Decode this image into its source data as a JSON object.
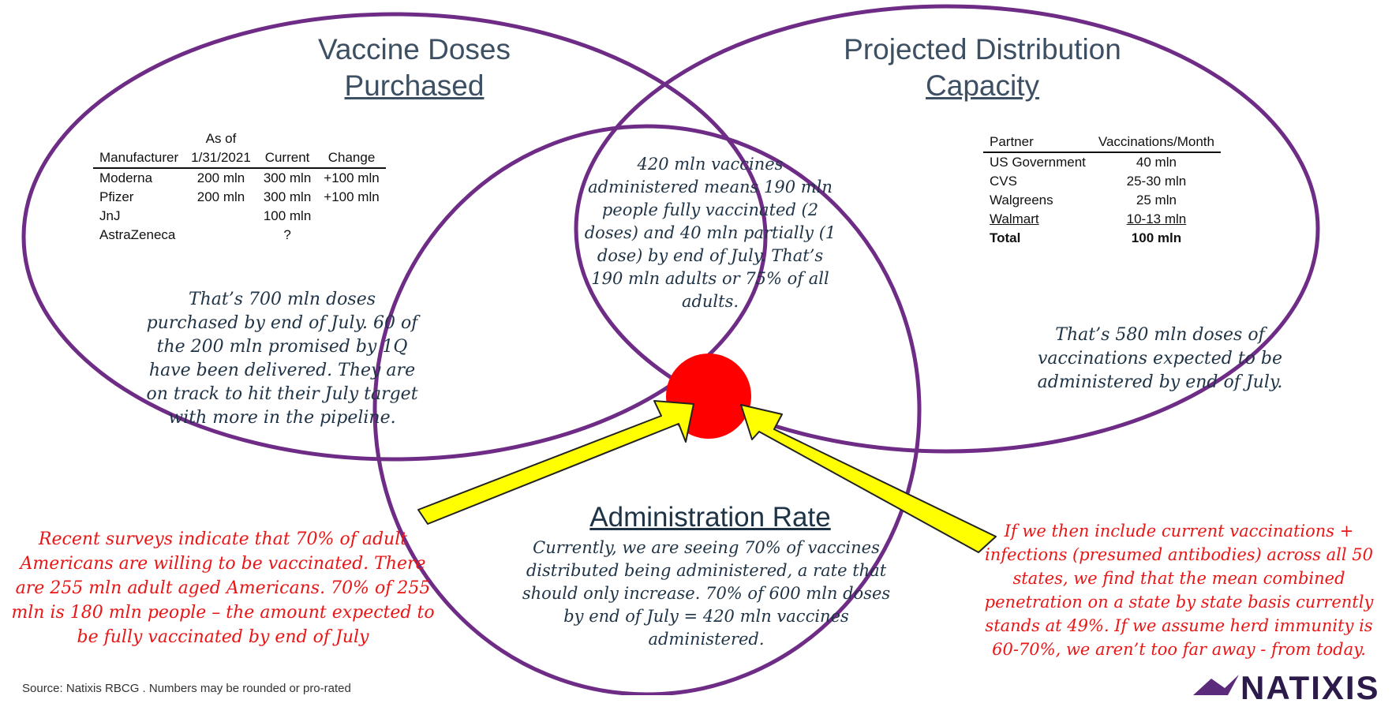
{
  "circles": {
    "purchased": {
      "title_line1": "Vaccine Doses",
      "title_line2": "Purchased",
      "table": {
        "headers": [
          "Manufacturer",
          "As of 1/31/2021",
          "Current",
          "Change"
        ],
        "header_top": "As of",
        "header_date": "1/31/2021",
        "rows": [
          [
            "Moderna",
            "200 mln",
            "300 mln",
            "+100 mln"
          ],
          [
            "Pfizer",
            "200 mln",
            "300 mln",
            "+100 mln"
          ],
          [
            "JnJ",
            "",
            "100 mln",
            ""
          ],
          [
            "AstraZeneca",
            "",
            "?",
            ""
          ]
        ]
      },
      "note": "That’s 700 mln doses purchased by end of July. 60 of the 200 mln promised by 1Q have been delivered. They are on track to hit their July target with more in the pipeline."
    },
    "distribution": {
      "title_line1": "Projected Distribution",
      "title_line2": "Capacity",
      "table": {
        "headers": [
          "Partner",
          "Vaccinations/Month"
        ],
        "rows": [
          [
            "US Government",
            "40 mln"
          ],
          [
            "CVS",
            "25-30 mln"
          ],
          [
            "Walgreens",
            "25 mln"
          ],
          [
            "Walmart",
            "10-13 mln"
          ],
          [
            "Total",
            "100 mln"
          ]
        ]
      },
      "note": "That’s 580 mln doses of vaccinations expected to be administered by end of July."
    },
    "center": {
      "note": "420 mln vaccines administered means 190 mln people fully vaccinated (2 doses) and 40 mln partially (1 dose) by end of July. That’s 190 mln adults or 75% of all adults."
    },
    "administration": {
      "title": "Administration Rate",
      "note": "Currently, we are seeing 70% of vaccines distributed being administered, a rate that should only increase. 70% of 600 mln doses by end of July = 420 mln vaccines administered."
    }
  },
  "left_callout": "Recent surveys indicate that 70% of adult Americans are willing to be vaccinated. There are 255 mln adult aged Americans. 70% of 255 mln is 180 mln people – the amount expected to be fully vaccinated by end of July",
  "right_callout": "If we then include current vaccinations + infections (presumed antibodies) across all 50 states, we find that the mean combined penetration on a state by state basis currently stands at 49%. If we assume herd immunity is 60-70%, we aren’t too far away - from today.",
  "source": "Source: Natixis RBCG . Numbers may be rounded or pro-rated",
  "logo_text": "NATIXIS",
  "colors": {
    "circle_stroke": "#6e2c86",
    "target_dot": "#ff0000",
    "arrow_fill": "#ffff00",
    "arrow_stroke": "#222222",
    "callout_text": "#e81616"
  }
}
